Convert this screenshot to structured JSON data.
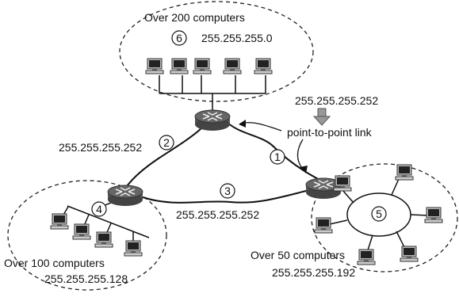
{
  "subnets": {
    "top": {
      "number": "6",
      "title": "Over 200 computers",
      "mask": "255.255.255.0"
    },
    "left": {
      "number": "4",
      "title": "Over 100 computers",
      "mask": "255.255.255.128"
    },
    "right": {
      "number": "5",
      "title": "Over 50 computers",
      "mask": "255.255.255.192"
    }
  },
  "links": {
    "link1": {
      "number": "1"
    },
    "link2": {
      "number": "2",
      "mask": "255.255.255.252"
    },
    "link3": {
      "number": "3",
      "mask": "255.255.255.252"
    }
  },
  "callout": {
    "mask": "255.255.255.252",
    "label": "point-to-point link"
  },
  "icons": {
    "router": "router-icon",
    "computer": "computer-icon",
    "arrow": "down-arrow-icon"
  }
}
